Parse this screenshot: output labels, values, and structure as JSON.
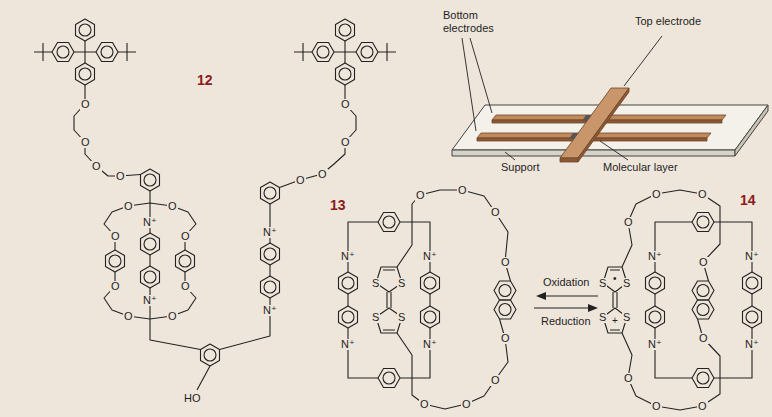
{
  "diagram": {
    "labels": [
      "12",
      "O",
      "O",
      "O",
      "O",
      "O",
      "O",
      "O",
      "O",
      "O",
      "O",
      "O",
      "O",
      "N⁺",
      "N⁺",
      "O",
      "O",
      "N⁺",
      "N⁺",
      "O",
      "O",
      "HO",
      "Bottom electrodes",
      "Top electrode",
      "Support",
      "Molecular layer",
      "13",
      "O",
      "O",
      "O",
      "N⁺",
      "N⁺",
      "O",
      "S",
      "S",
      "S",
      "S",
      "N⁺",
      "N⁺",
      "O",
      "O",
      "O",
      "O",
      "Oxidation",
      "Reduction",
      "14",
      "O",
      "O",
      "O",
      "N⁺",
      "N⁺",
      "O",
      "S",
      "•",
      "S",
      "S",
      "+",
      "S",
      "N⁺",
      "N⁺",
      "O",
      "O",
      "O",
      "O"
    ]
  }
}
